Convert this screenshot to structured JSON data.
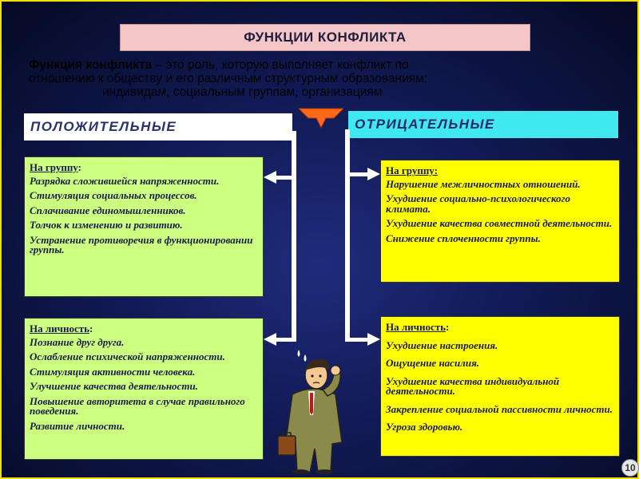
{
  "title": "ФУНКЦИИ КОНФЛИКТА",
  "definition": {
    "term": "Функция конфликта",
    "line1_rest": " – это роль, которую выполняет конфликт по",
    "line2": "отношению к обществу и его различным структурным образованиям:",
    "line3": "индивидам, социальным группам, организациям"
  },
  "positive": {
    "header": "ПОЛОЖИТЕЛЬНЫЕ",
    "group": {
      "heading": "На группу",
      "colon": ":",
      "items": [
        "Разрядка сложившейся напряженности.",
        "Стимуляция социальных процессов.",
        "Сплачивание единомышленников.",
        "Толчок к изменению и развитию.",
        "Устранение противоречия в функционировании группы."
      ]
    },
    "personal": {
      "heading": "На личность",
      "colon": ":",
      "items": [
        "Познание друг друга.",
        "Ослабление психической напряженности.",
        "Стимуляция активности человека.",
        "Улучшение качества деятельности.",
        "Повышение авторитета в случае правильного поведения.",
        "Развитие личности."
      ]
    }
  },
  "negative": {
    "header": "ОТРИЦАТЕЛЬНЫЕ",
    "group": {
      "heading": "На группу:",
      "items": [
        "Нарушение межличностных отношений.",
        "Ухудшение социально-психологического климата.",
        "Ухудшение качества совместной деятельности.",
        "Снижение сплоченности группы."
      ]
    },
    "personal": {
      "heading": "На личность",
      "colon": ":",
      "items": [
        "Ухудшение настроения.",
        "Ощущение насилия.",
        "Ухудшение качества индивидуальной деятельности.",
        "Закрепление социальной пассивности личности.",
        "Угроза здоровью."
      ]
    }
  },
  "page_number": "10",
  "colors": {
    "positive_box": "#ccff80",
    "negative_box": "#ffff00",
    "negative_header": "#40e8f0",
    "title_bg": "#f4c6c8",
    "arrow": "#ff6a1a"
  }
}
